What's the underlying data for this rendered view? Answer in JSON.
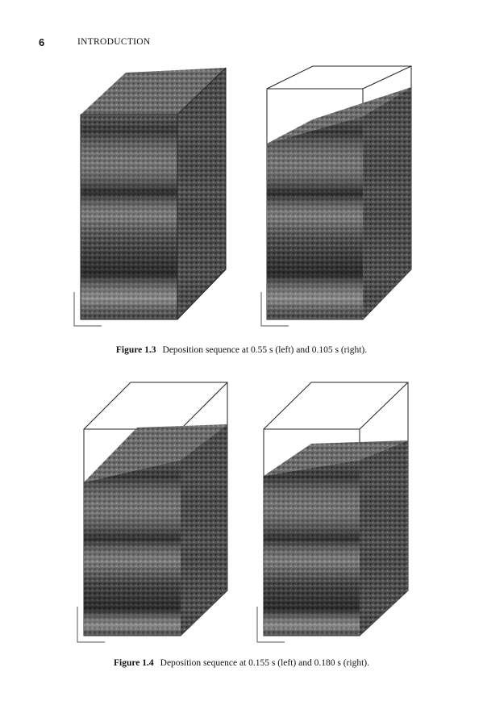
{
  "header": {
    "page_number": "6",
    "chapter": "INTRODUCTION"
  },
  "figures": [
    {
      "label": "Figure 1.3",
      "caption": "Deposition sequence at 0.55 s (left) and 0.105 s (right)."
    },
    {
      "label": "Figure 1.4",
      "caption": "Deposition sequence at 0.155 s (left) and 0.180 s (right)."
    }
  ]
}
